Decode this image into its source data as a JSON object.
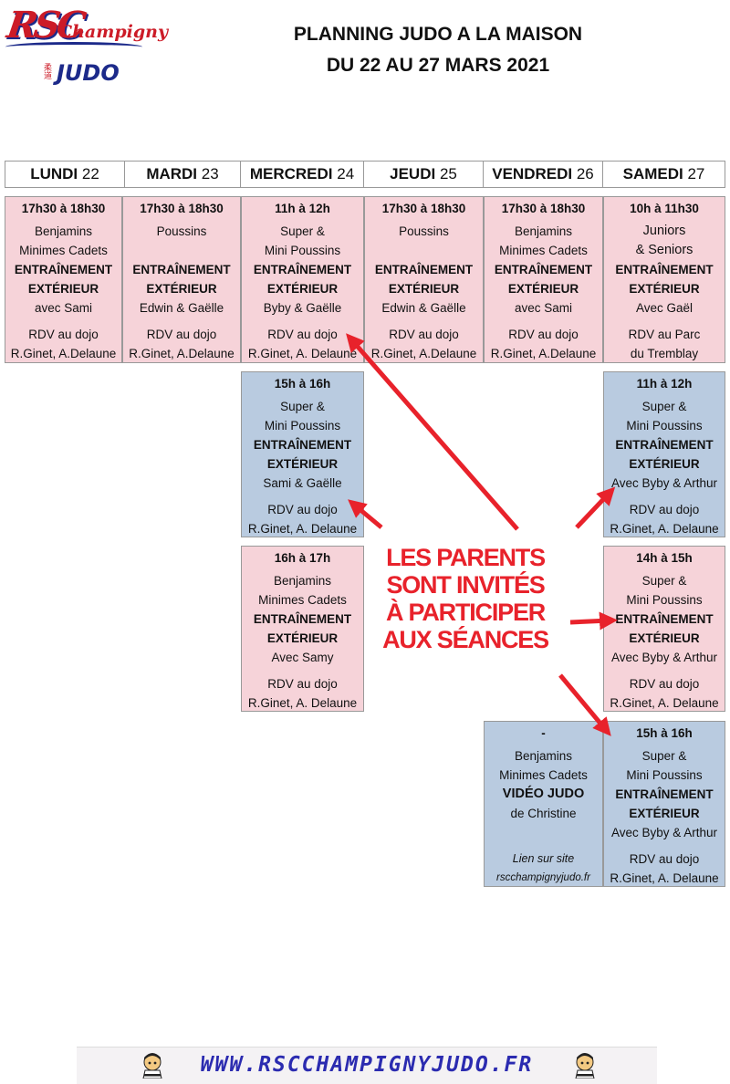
{
  "logo": {
    "rs": "RSC",
    "champ": "Champigny",
    "kanji": "柔道",
    "judo": "JUDO"
  },
  "title": {
    "line1": "PLANNING JUDO A LA MAISON",
    "line2": "DU 22 AU 27 MARS 2021"
  },
  "days": [
    {
      "name": "LUNDI",
      "num": "22"
    },
    {
      "name": "MARDI",
      "num": "23"
    },
    {
      "name": "MERCREDI",
      "num": "24"
    },
    {
      "name": "JEUDI",
      "num": "25"
    },
    {
      "name": "VENDREDI",
      "num": "26"
    },
    {
      "name": "SAMEDI",
      "num": "27"
    }
  ],
  "sessions": {
    "lundi_1": {
      "time": "17h30 à 18h30",
      "l1": "Benjamins",
      "l2": "Minimes Cadets",
      "b1": "ENTRAÎNEMENT",
      "b2": "EXTÉRIEUR",
      "coach": "avec  Sami",
      "r1": "RDV au dojo",
      "r2": "R.Ginet, A.Delaune"
    },
    "mardi_1": {
      "time": "17h30 à 18h30",
      "l1": "Poussins",
      "l2": "",
      "b1": "ENTRAÎNEMENT",
      "b2": "EXTÉRIEUR",
      "coach": "Edwin & Gaëlle",
      "r1": "RDV au dojo",
      "r2": "R.Ginet, A.Delaune"
    },
    "mercredi_1": {
      "time": "11h à 12h",
      "l1": "Super &",
      "l2": "Mini Poussins",
      "b1": "ENTRAÎNEMENT",
      "b2": "EXTÉRIEUR",
      "coach": "Byby & Gaëlle",
      "r1": "RDV au dojo",
      "r2": "R.Ginet, A. Delaune"
    },
    "jeudi_1": {
      "time": "17h30 à 18h30",
      "l1": "Poussins",
      "l2": "",
      "b1": "ENTRAÎNEMENT",
      "b2": "EXTÉRIEUR",
      "coach": "Edwin & Gaëlle",
      "r1": "RDV au dojo",
      "r2": "R.Ginet, A.Delaune"
    },
    "vendredi_1": {
      "time": "17h30 à 18h30",
      "l1": "Benjamins",
      "l2": "Minimes Cadets",
      "b1": "ENTRAÎNEMENT",
      "b2": "EXTÉRIEUR",
      "coach": "avec  Sami",
      "r1": "RDV au dojo",
      "r2": "R.Ginet, A.Delaune"
    },
    "samedi_1": {
      "time": "10h à 11h30",
      "l1": "Juniors",
      "l2": "& Seniors",
      "b1": "ENTRAÎNEMENT",
      "b2": "EXTÉRIEUR",
      "coach": "Avec Gaël",
      "r1": "RDV au Parc",
      "r2": "du Tremblay"
    },
    "mercredi_2": {
      "time": "15h à 16h",
      "l1": "Super &",
      "l2": "Mini Poussins",
      "b1": "ENTRAÎNEMENT",
      "b2": "EXTÉRIEUR",
      "coach": "Sami & Gaëlle",
      "r1": "RDV au dojo",
      "r2": "R.Ginet, A. Delaune"
    },
    "samedi_2": {
      "time": "11h à 12h",
      "l1": "Super &",
      "l2": "Mini Poussins",
      "b1": "ENTRAÎNEMENT",
      "b2": "EXTÉRIEUR",
      "coach": "Avec Byby & Arthur",
      "r1": "RDV au dojo",
      "r2": "R.Ginet, A. Delaune"
    },
    "mercredi_3": {
      "time": "16h à 17h",
      "l1": "Benjamins",
      "l2": "Minimes Cadets",
      "b1": "ENTRAÎNEMENT",
      "b2": "EXTÉRIEUR",
      "coach": "Avec Samy",
      "r1": "RDV au dojo",
      "r2": "R.Ginet, A. Delaune"
    },
    "samedi_3": {
      "time": "14h à 15h",
      "l1": "Super &",
      "l2": "Mini Poussins",
      "b1": "ENTRAÎNEMENT",
      "b2": "EXTÉRIEUR",
      "coach": "Avec Byby & Arthur",
      "r1": "RDV au dojo",
      "r2": "R.Ginet, A. Delaune"
    },
    "vendredi_2": {
      "time": "-",
      "l1": "Benjamins",
      "l2": "Minimes Cadets",
      "b1": "VIDÉO JUDO",
      "coach": "de Christine",
      "r1": "Lien sur site",
      "r2": "rscchampignyjudo.fr"
    },
    "samedi_4": {
      "time": "15h à 16h",
      "l1": "Super &",
      "l2": "Mini Poussins",
      "b1": "ENTRAÎNEMENT",
      "b2": "EXTÉRIEUR",
      "coach": "Avec Byby & Arthur",
      "r1": "RDV au dojo",
      "r2": "R.Ginet, A. Delaune"
    }
  },
  "invite": [
    "LES PARENTS",
    "SONT INVITÉS",
    "À PARTICIPER",
    "AUX SÉANCES"
  ],
  "footer": {
    "url": "WWW.RSCCHAMPIGNYJUDO.FR"
  },
  "colors": {
    "pink": "#f6d3d9",
    "blue": "#b9cbe0",
    "arrow": "#e8222b",
    "brand_red": "#cc1b27",
    "brand_blue": "#1c2a8a"
  }
}
